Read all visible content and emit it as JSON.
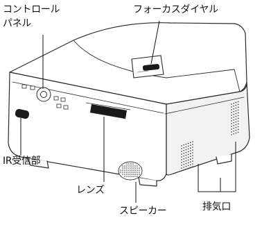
{
  "labels": {
    "control_panel_line1": "コントロール",
    "control_panel_line2": "パネル",
    "focus_dial": "フォーカスダイヤル",
    "ir_receiver": "IR受信部",
    "lens": "レンズ",
    "speaker": "スピーカー",
    "exhaust": "排気口"
  },
  "colors": {
    "outline": "#2a2a2a",
    "body_fill": "#ffffff",
    "shade": "#e9e9e9",
    "dark": "#1a1a1a",
    "text": "#111111"
  }
}
